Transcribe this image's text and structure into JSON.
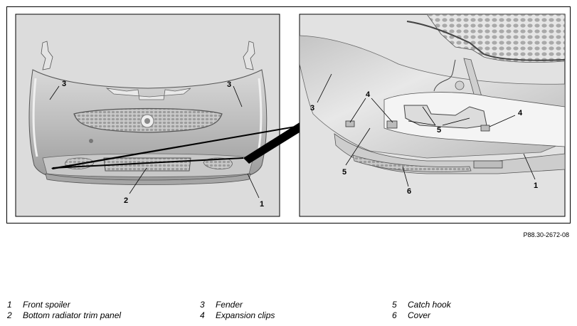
{
  "callouts": {
    "left_fender_l": "3",
    "left_fender_r": "3",
    "left_trim": "2",
    "left_spoiler": "1",
    "right_fender": "3",
    "right_clips_l": "4",
    "right_clips_r": "4",
    "right_hooks": "5",
    "right_hook_lower": "5",
    "right_cover": "6",
    "right_spoiler": "1"
  },
  "figure_ref": "P88.30-2672-08",
  "legend": [
    {
      "num": "1",
      "label": "Front spoiler"
    },
    {
      "num": "2",
      "label": "Bottom radiator trim panel"
    },
    {
      "num": "3",
      "label": "Fender"
    },
    {
      "num": "4",
      "label": "Expansion clips"
    },
    {
      "num": "5",
      "label": "Catch hook"
    },
    {
      "num": "6",
      "label": "Cover"
    }
  ]
}
